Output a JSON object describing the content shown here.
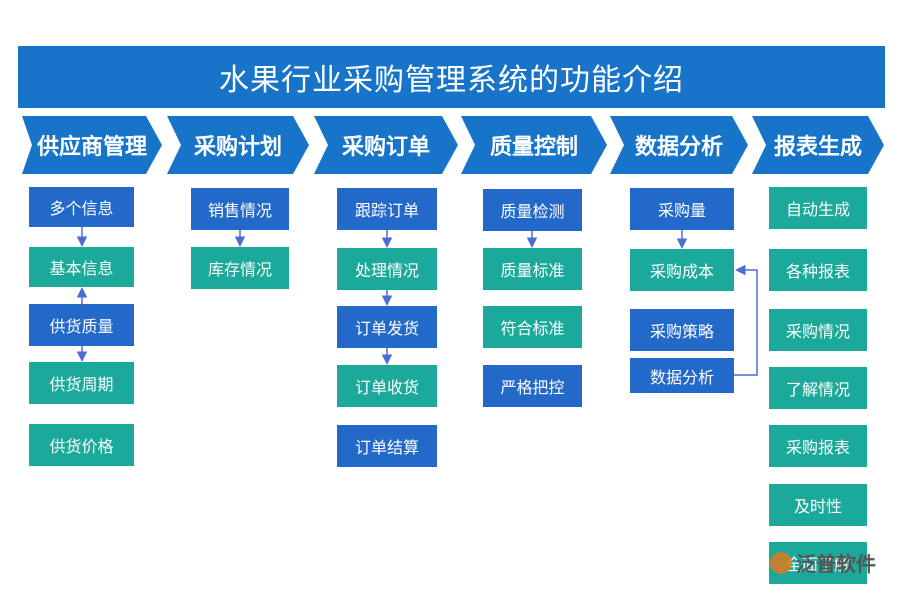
{
  "title": "水果行业采购管理系统的功能介绍",
  "columns": [
    {
      "header": "供应商管理",
      "items": [
        "多个信息",
        "基本信息",
        "供货质量",
        "供货周期",
        "供货价格"
      ]
    },
    {
      "header": "采购计划",
      "items": [
        "销售情况",
        "库存情况"
      ]
    },
    {
      "header": "采购订单",
      "items": [
        "跟踪订单",
        "处理情况",
        "订单发货",
        "订单收货",
        "订单结算"
      ]
    },
    {
      "header": "质量控制",
      "items": [
        "质量检测",
        "质量标准",
        "符合标准",
        "严格把控"
      ]
    },
    {
      "header": "数据分析",
      "items": [
        "采购量",
        "采购成本",
        "采购策略",
        "数据分析"
      ]
    },
    {
      "header": "报表生成",
      "items": [
        "自动生成",
        "各种报表",
        "采购情况",
        "了解情况",
        "采购报表",
        "及时性",
        "全面了解"
      ]
    }
  ],
  "colors": {
    "title_bg": "#1874c8",
    "blue_box": "#2369c9",
    "teal_box": "#1aa99a",
    "arrow": "#4a6fd0"
  },
  "watermark": {
    "text": "泛普软件",
    "logo_icon": "fanpu-logo-icon"
  }
}
